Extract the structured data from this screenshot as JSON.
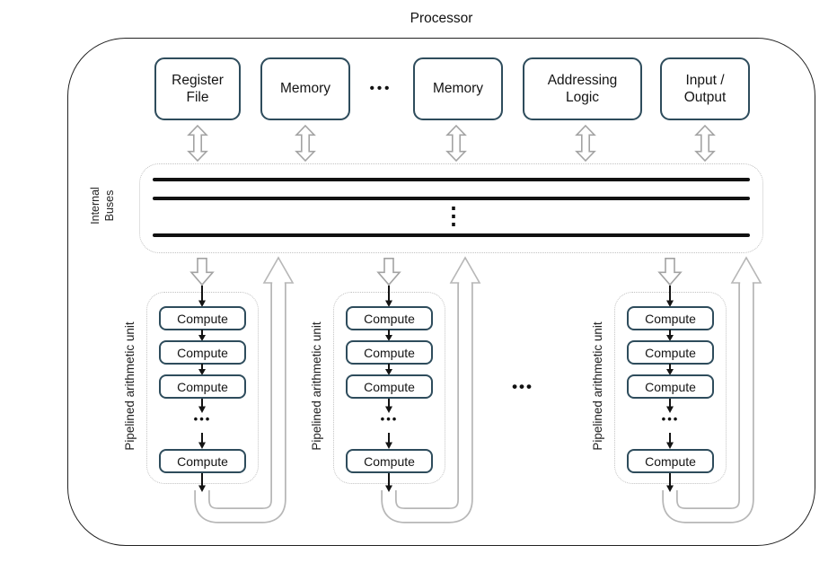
{
  "title": "Processor",
  "top_row": {
    "boxes": [
      "Register File",
      "Memory",
      "Memory",
      "Addressing Logic",
      "Input / Output"
    ],
    "ellipsis": "•••"
  },
  "bus": {
    "label_lines": [
      "Internal",
      "Buses"
    ],
    "line_count": 3,
    "vertical_ellipsis": "⋮"
  },
  "pipeline": {
    "unit_label": "Pipelined arithmetic unit",
    "compute_label": "Compute",
    "stage_ellipsis": "•••",
    "between_units_ellipsis": "•••",
    "unit_count": 3,
    "visible_stages_per_unit": 4
  },
  "colors": {
    "box_border": "#2e4c5c",
    "block_arrow_outline": "#a3a3a3",
    "feedback_tube_outline": "#b7b7b7",
    "dotted_outline": "#c2c2c2",
    "bus_line": "#111111",
    "ink": "#141414"
  }
}
